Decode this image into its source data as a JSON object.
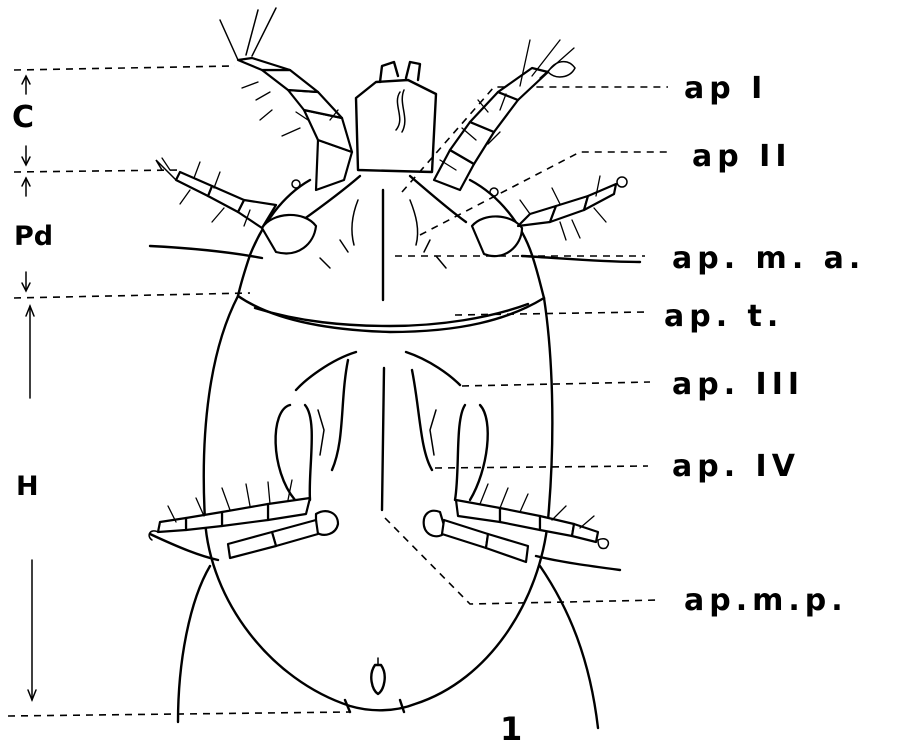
{
  "figure": {
    "number": "1",
    "regions": [
      {
        "key": "c",
        "label": "C"
      },
      {
        "key": "pd",
        "label": "Pd"
      },
      {
        "key": "h",
        "label": "H"
      }
    ],
    "apodemes": [
      {
        "key": "ap1",
        "label": "ap I"
      },
      {
        "key": "ap2",
        "label": "ap II"
      },
      {
        "key": "apma",
        "label": "ap. m. a."
      },
      {
        "key": "apt",
        "label": "ap. t."
      },
      {
        "key": "ap3",
        "label": "ap. III"
      },
      {
        "key": "ap4",
        "label": "ap. IV"
      },
      {
        "key": "apmp",
        "label": "ap.m.p."
      }
    ]
  }
}
